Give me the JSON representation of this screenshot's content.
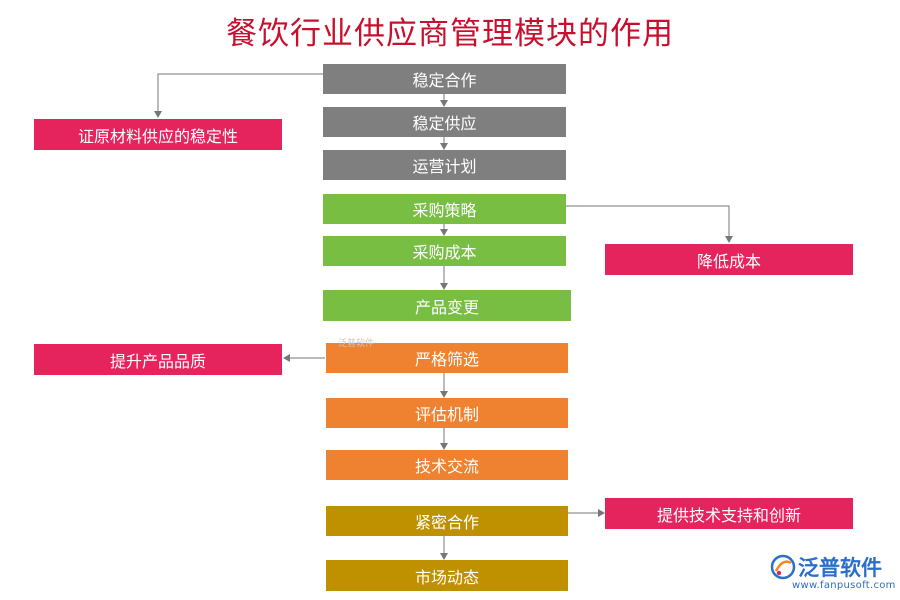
{
  "title": "餐饮行业供应商管理模块的作用",
  "colors": {
    "gray": "#7f7f7f",
    "green": "#77be43",
    "orange": "#ef8230",
    "olive": "#bf9000",
    "pink": "#e5245e",
    "title": "#c8102e"
  },
  "steps": [
    {
      "label": "稳定合作",
      "group": "gray"
    },
    {
      "label": "稳定供应",
      "group": "gray"
    },
    {
      "label": "运营计划",
      "group": "gray"
    },
    {
      "label": "采购策略",
      "group": "green"
    },
    {
      "label": "采购成本",
      "group": "green"
    },
    {
      "label": "产品变更",
      "group": "green"
    },
    {
      "label": "严格筛选",
      "group": "orange"
    },
    {
      "label": "评估机制",
      "group": "orange"
    },
    {
      "label": "技术交流",
      "group": "orange"
    },
    {
      "label": "紧密合作",
      "group": "olive"
    },
    {
      "label": "市场动态",
      "group": "olive"
    }
  ],
  "outcomes": [
    {
      "label": "证原材料供应的稳定性"
    },
    {
      "label": "降低成本"
    },
    {
      "label": "提升产品品质"
    },
    {
      "label": "提供技术支持和创新"
    }
  ],
  "logo": {
    "icon": "fanpu-logo-icon",
    "name": "泛普软件",
    "url": "www.fanpusoft.com"
  },
  "watermark": "泛普软件"
}
